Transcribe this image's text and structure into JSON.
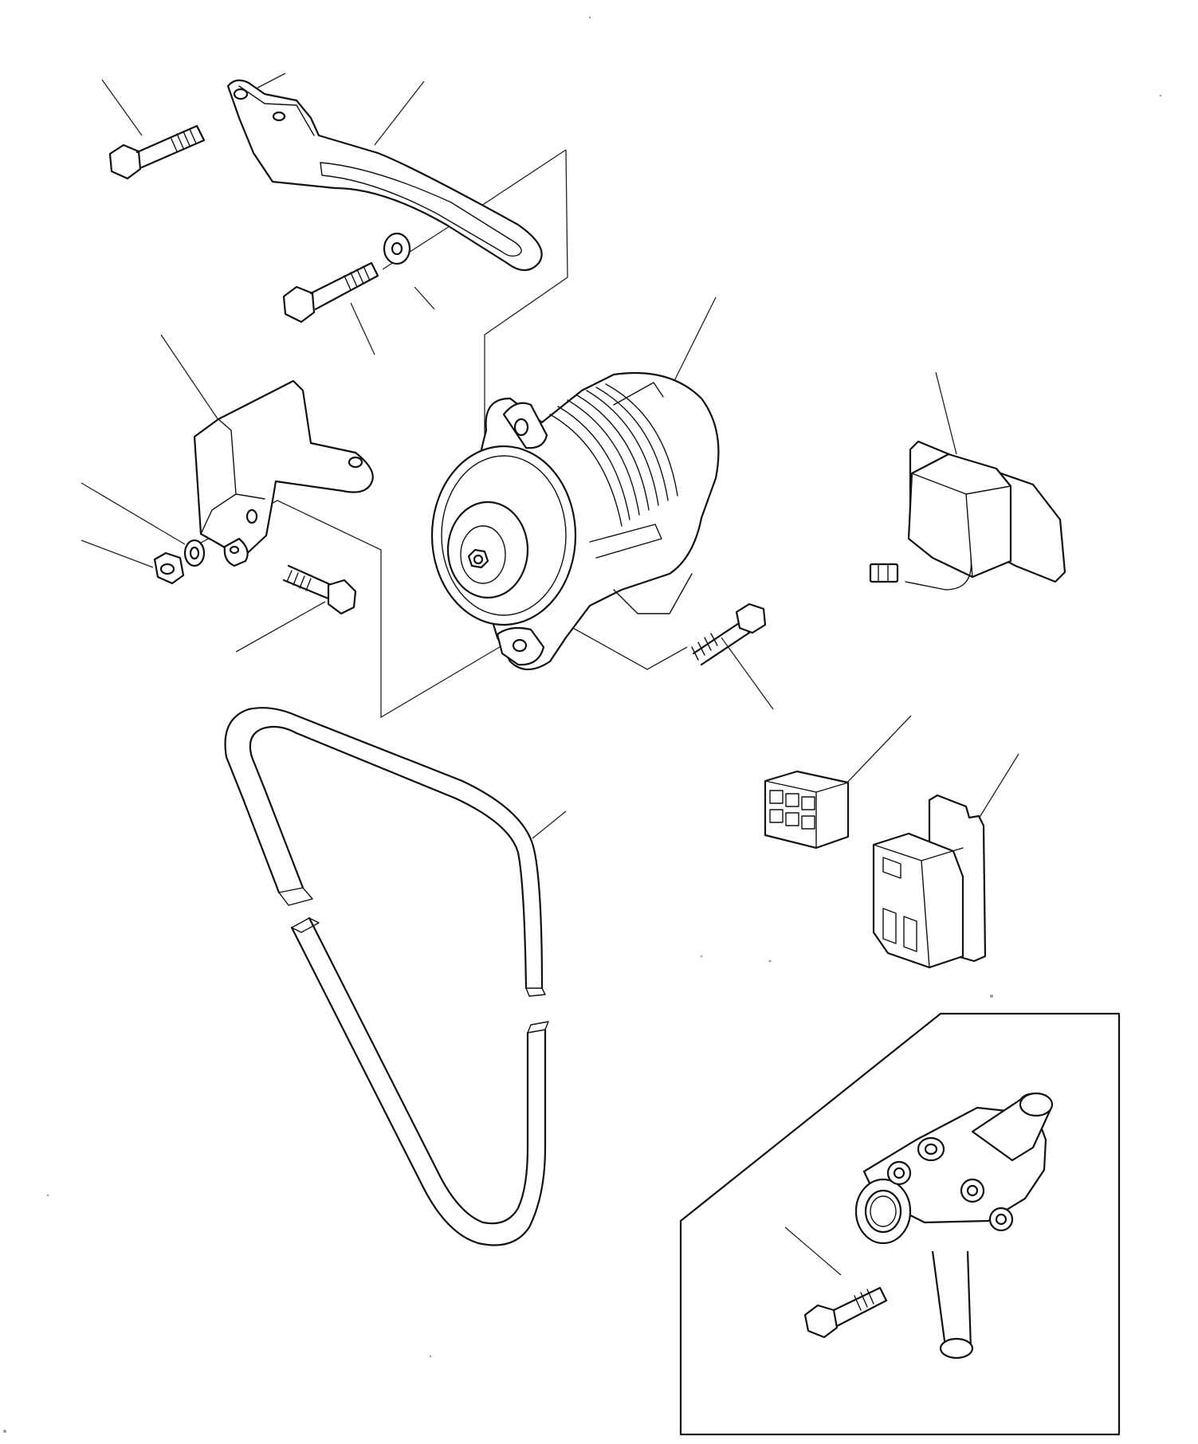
{
  "diagram": {
    "kind": "exploded-parts-view",
    "line_color": "#111111",
    "background": "#ffffff",
    "parts": [
      {
        "id": "alternator",
        "icon": "alternator-icon"
      },
      {
        "id": "adjust-bracket",
        "icon": "slotted-bracket-icon"
      },
      {
        "id": "mount-bracket",
        "icon": "angle-bracket-icon"
      },
      {
        "id": "fan-belt",
        "icon": "v-belt-icon"
      },
      {
        "id": "regulator",
        "icon": "regulator-icon"
      },
      {
        "id": "connector",
        "icon": "six-pin-connector-icon"
      },
      {
        "id": "relay",
        "icon": "relay-icon"
      },
      {
        "id": "water-connector",
        "icon": "water-outlet-icon"
      },
      {
        "id": "bolts",
        "icon": "hex-bolt-icon"
      },
      {
        "id": "washers",
        "icon": "washer-icon"
      },
      {
        "id": "nut",
        "icon": "hex-nut-icon"
      }
    ]
  }
}
